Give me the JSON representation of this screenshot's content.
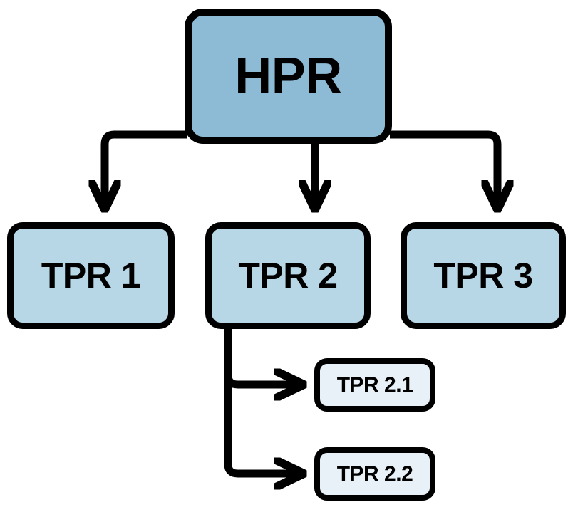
{
  "diagram": {
    "type": "hierarchy-tree",
    "title": "HPR to TPR hierarchy",
    "background_color": "#ffffff",
    "line_color": "#000000",
    "colors": {
      "root_fill": "#8dbbd6",
      "level2_fill": "#b8d7e6",
      "level3_fill": "#e8f1f7",
      "border": "#000000",
      "text": "#000000"
    },
    "nodes": {
      "root": {
        "label": "HPR",
        "level": 1,
        "fill": "#8dbbd6"
      },
      "tpr1": {
        "label": "TPR 1",
        "level": 2,
        "fill": "#b8d7e6"
      },
      "tpr2": {
        "label": "TPR 2",
        "level": 2,
        "fill": "#b8d7e6"
      },
      "tpr3": {
        "label": "TPR 3",
        "level": 2,
        "fill": "#b8d7e6"
      },
      "tpr2_1": {
        "label": "TPR 2.1",
        "level": 3,
        "fill": "#e8f1f7"
      },
      "tpr2_2": {
        "label": "TPR 2.2",
        "level": 3,
        "fill": "#e8f1f7"
      }
    },
    "edges": [
      {
        "from": "HPR",
        "to": "TPR 1",
        "style": "elbow-arrow"
      },
      {
        "from": "HPR",
        "to": "TPR 2",
        "style": "straight-arrow"
      },
      {
        "from": "HPR",
        "to": "TPR 3",
        "style": "elbow-arrow"
      },
      {
        "from": "TPR 2",
        "to": "TPR 2.1",
        "style": "elbow-arrow"
      },
      {
        "from": "TPR 2",
        "to": "TPR 2.2",
        "style": "elbow-arrow"
      }
    ]
  }
}
